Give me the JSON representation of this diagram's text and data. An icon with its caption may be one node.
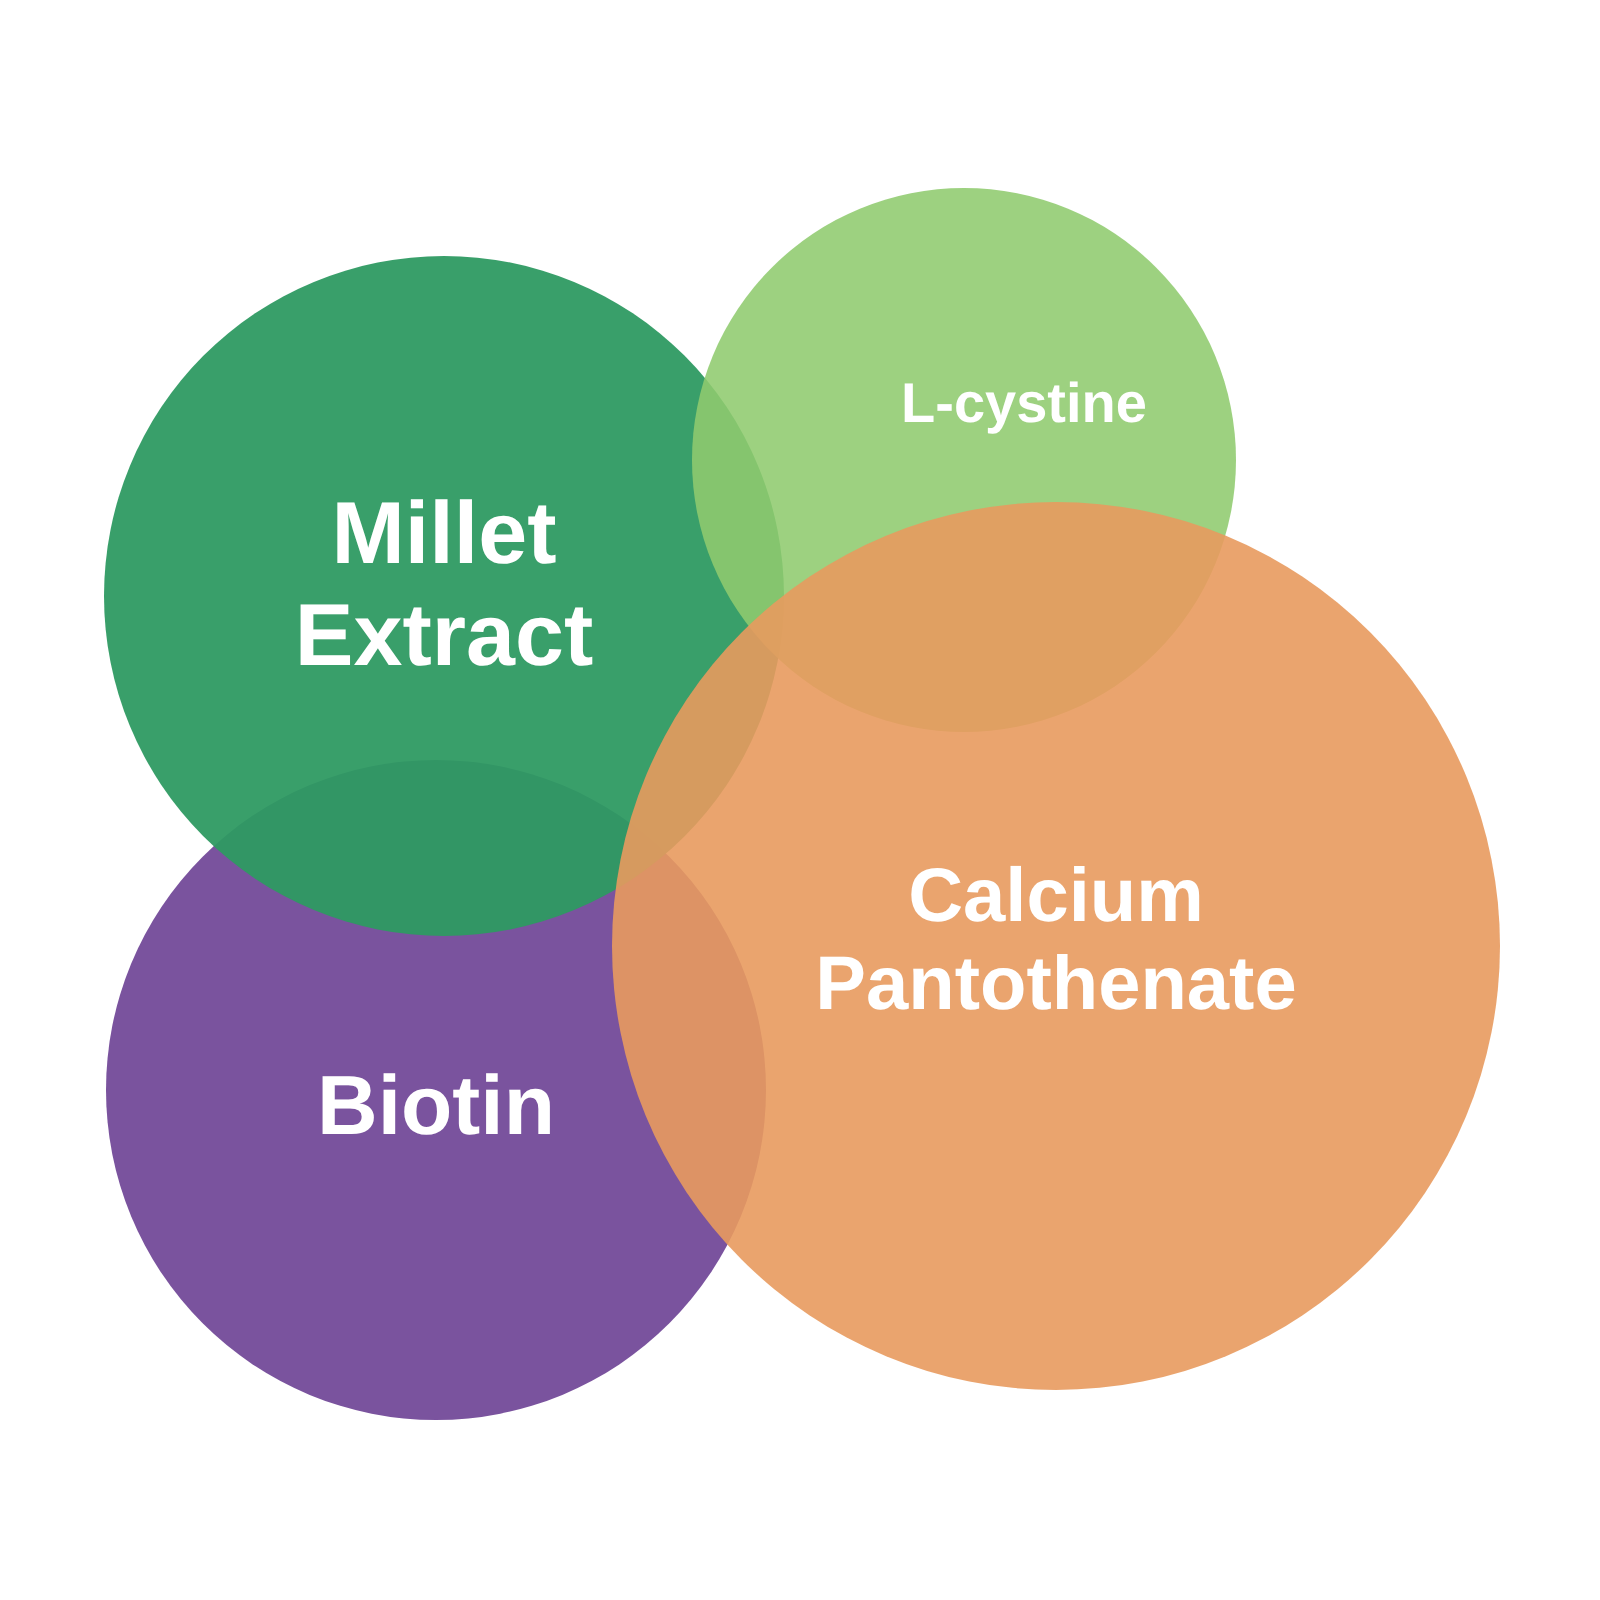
{
  "diagram": {
    "nodes": [
      {
        "text": [
          "Millet Extract"
        ]
      },
      {
        "text": [
          "L-cystine"
        ]
      },
      {
        "text": [
          "Calcium Pantothenate"
        ]
      },
      {
        "text": [
          "Biotin"
        ]
      }
    ]
  }
}
